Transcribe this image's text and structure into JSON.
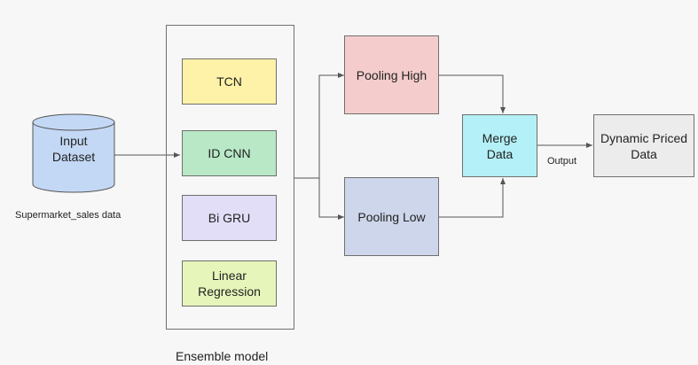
{
  "input": {
    "label": "Input\nDataset",
    "caption": "Supermarket_sales data",
    "color": "#c3d8f5"
  },
  "ensemble": {
    "caption": "Ensemble model",
    "models": [
      {
        "label": "TCN",
        "color": "#fdf2a8"
      },
      {
        "label": "ID CNN",
        "color": "#b8e8c6"
      },
      {
        "label": "Bi GRU",
        "color": "#e3def8"
      },
      {
        "label": "Linear\nRegression",
        "color": "#e6f5ba"
      }
    ]
  },
  "pooling_high": {
    "label": "Pooling High",
    "color": "#f4cccc"
  },
  "pooling_low": {
    "label": "Pooling Low",
    "color": "#cdd6ea"
  },
  "merge": {
    "label": "Merge\nData",
    "color": "#b3f0f7"
  },
  "output_edge": {
    "label": "Output"
  },
  "result": {
    "label": "Dynamic Priced\nData",
    "color": "#ececec"
  }
}
